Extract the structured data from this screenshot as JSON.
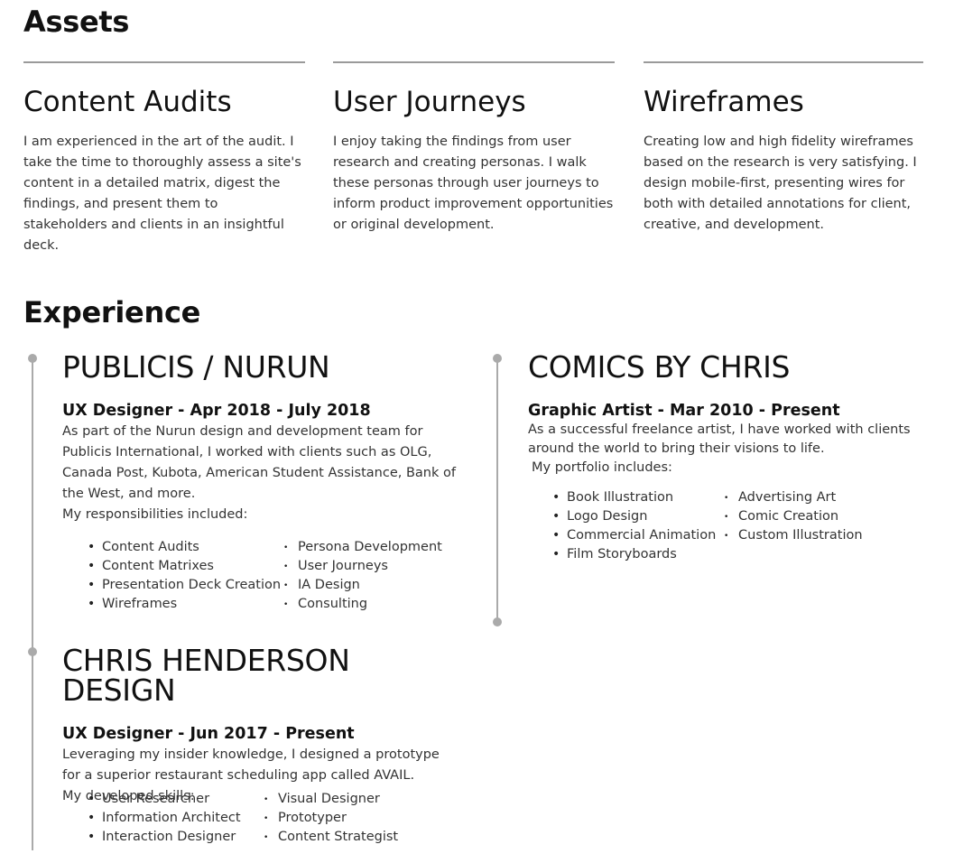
{
  "assets": {
    "heading": "Assets",
    "columns": [
      {
        "title": "Content Audits",
        "text": "I am experienced in the art of the audit. I take the time to thoroughly assess a site's content in a detailed matrix, digest the findings, and present them to stakeholders and clients in an insightful deck."
      },
      {
        "title": "User Journeys",
        "text": "I enjoy taking the findings from user research and creating personas. I walk these personas through user journeys to inform product improvement opportunities or original development."
      },
      {
        "title": "Wireframes",
        "text": "Creating low and high fidelity wireframes based on the research is very satisfying. I design mobile-first, presenting wires for both with detailed annotations for client, creative, and development."
      }
    ]
  },
  "experience": {
    "heading": "Experience",
    "jobs": [
      {
        "company": "PUBLICIS / NURUN",
        "role": "UX Designer - Apr 2018 - July 2018",
        "description": "As part of the Nurun design and development team for Publicis International, I worked with clients such as OLG, Canada Post, Kubota, American Student Assistance, Bank of the West, and more.",
        "list_intro": "My responsibilities included:",
        "list_left": [
          "Content Audits",
          "Content Matrixes",
          "Presentation Deck Creation",
          "Wireframes"
        ],
        "list_right": [
          "Persona Development",
          "User Journeys",
          "IA Design",
          "Consulting"
        ]
      },
      {
        "company": "COMICS BY CHRIS",
        "role": "Graphic Artist - Mar 2010 - Present",
        "description": "As a successful freelance artist, I have worked with clients around the world to bring their visions to life.",
        "list_intro": "My portfolio includes:",
        "list_left": [
          "Book Illustration",
          "Logo Design",
          "Commercial Animation",
          "Film Storyboards"
        ],
        "list_right": [
          "Advertising Art",
          "Comic Creation",
          "Custom Illustration"
        ]
      },
      {
        "company": "CHRIS HENDERSON DESIGN",
        "role": "UX Designer - Jun 2017 - Present",
        "description": "Leveraging my insider knowledge, I designed a prototype for a superior restaurant scheduling app called AVAIL.",
        "list_intro": "My developed skills:",
        "list_left": [
          "User Researcher",
          "Information Architect",
          "Interaction Designer"
        ],
        "list_right": [
          "Visual Designer",
          "Prototyper",
          "Content Strategist"
        ]
      }
    ]
  }
}
